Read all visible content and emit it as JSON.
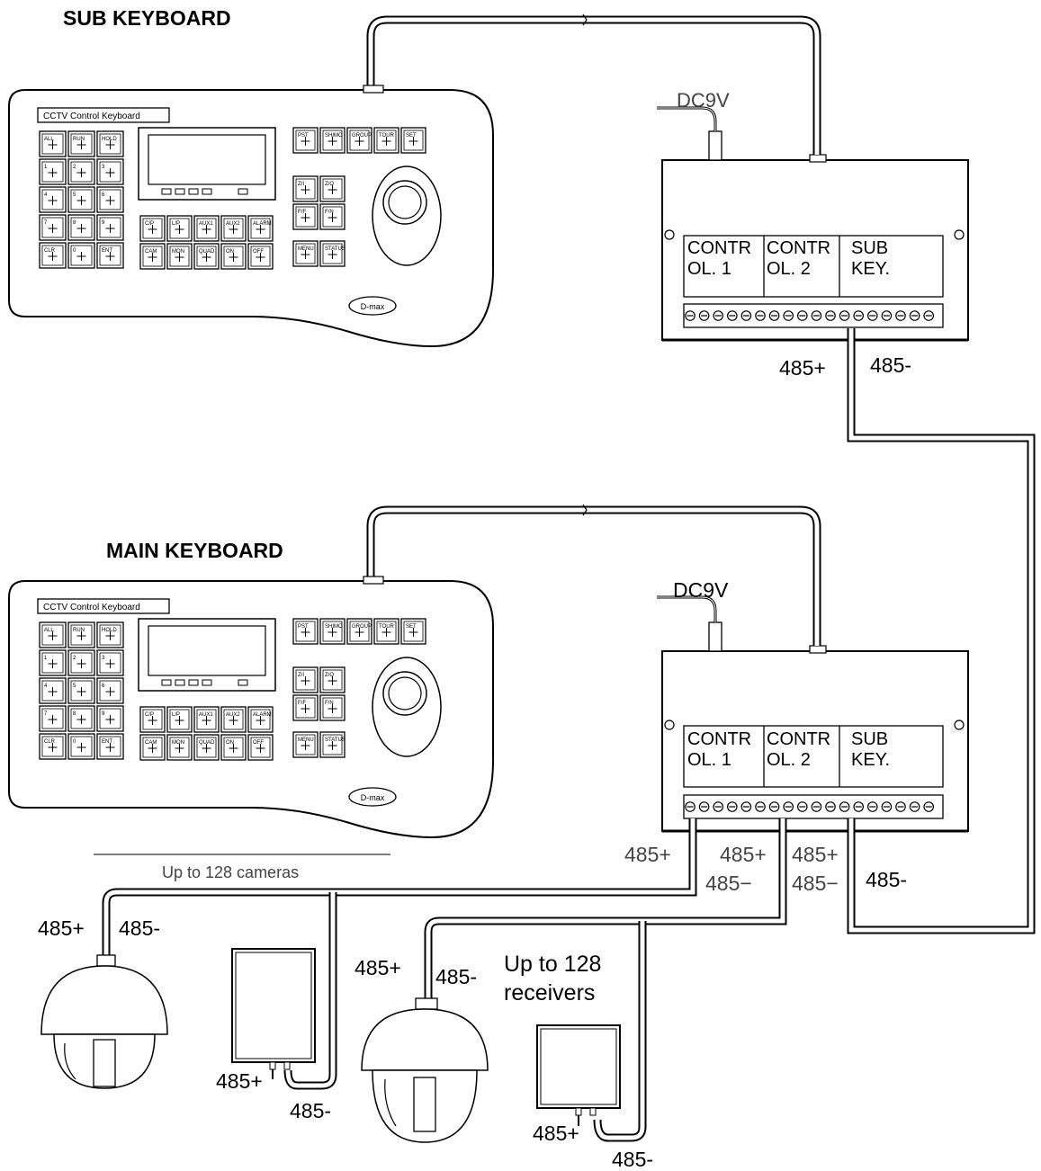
{
  "titles": {
    "sub_keyboard": "SUB KEYBOARD",
    "main_keyboard": "MAIN KEYBOARD"
  },
  "keyboard": {
    "label": "CCTV  Control  Keyboard",
    "brand": "D-max",
    "left_keys": [
      "ALL",
      "RUN",
      "HOLD",
      "1",
      "2",
      "3",
      "4",
      "5",
      "6",
      "7",
      "8",
      "9",
      "CLR",
      "0",
      "ENT"
    ],
    "bottom_keys": [
      "C/P",
      "L/P",
      "AUX1",
      "AUX2",
      "ALARM",
      "CAM",
      "MON",
      "QUAD",
      "ON",
      "OFF"
    ],
    "top_right_keys": [
      "PST",
      "SHIMO",
      "GROUP",
      "TOUR",
      "SET"
    ],
    "mid_keys": [
      "Z/I",
      "Z/O",
      "F/F",
      "F/N",
      "MENU",
      "STATUS"
    ]
  },
  "junction": {
    "power": "DC9V",
    "sections": [
      {
        "line1": "CONTR",
        "line2": "OL. 1"
      },
      {
        "line1": "CONTR",
        "line2": "OL. 2"
      },
      {
        "line1": "SUB",
        "line2": "KEY."
      }
    ]
  },
  "labels": {
    "p485": "485+",
    "m485": "485-",
    "m485_alt": "485−",
    "cameras": "Up to 128 cameras",
    "receivers_line1": "Up to 128",
    "receivers_line2": "receivers"
  },
  "colors": {
    "line": "#000000",
    "gray_text": "#444444",
    "background": "#ffffff"
  }
}
